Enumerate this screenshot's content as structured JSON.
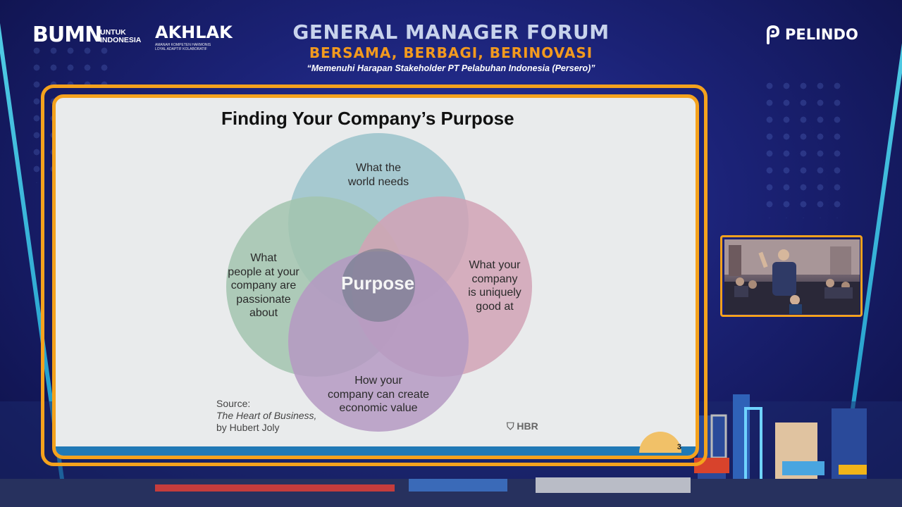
{
  "header": {
    "bumn_logo": "BUMN",
    "bumn_sub_1": "UNTUK",
    "bumn_sub_2": "INDONESIA",
    "akhlak_logo": "AKHLAK",
    "akhlak_sub": "AMANAH KOMPETEN HARMONIS LOYAL ADAPTIF KOLABORATIF",
    "title": "GENERAL MANAGER FORUM",
    "subtitle": "BERSAMA, BERBAGI, BERINOVASI",
    "quote": "“Memenuhi Harapan Stakeholder PT Pelabuhan Indonesia (Persero)”",
    "pelindo_logo": "PELINDO"
  },
  "slide": {
    "title": "Finding Your Company’s Purpose",
    "center_label": "Purpose",
    "circles": [
      {
        "id": "top",
        "label_lines": [
          "What the",
          "world needs"
        ],
        "color": "#a9d4dc"
      },
      {
        "id": "left",
        "label_lines": [
          "What",
          "people at your",
          "company are",
          "passionate",
          "about"
        ],
        "color": "#b3d6bd"
      },
      {
        "id": "right",
        "label_lines": [
          "What your",
          "company",
          "is uniquely",
          "good at"
        ],
        "color": "#e6b2c6"
      },
      {
        "id": "bottom",
        "label_lines": [
          "How your",
          "company can create",
          "economic value"
        ],
        "color": "#c7a7d3"
      }
    ],
    "source_label": "Source:",
    "source_book": "The Heart of Business,",
    "source_author": "by Hubert Joly",
    "brand": "HBR",
    "page_number": "3"
  },
  "colors": {
    "frame": "#f4a21d",
    "title_grey": "#c8d3ec",
    "subtitle_orange": "#f39a1e",
    "slide_band": "#2079b6"
  }
}
